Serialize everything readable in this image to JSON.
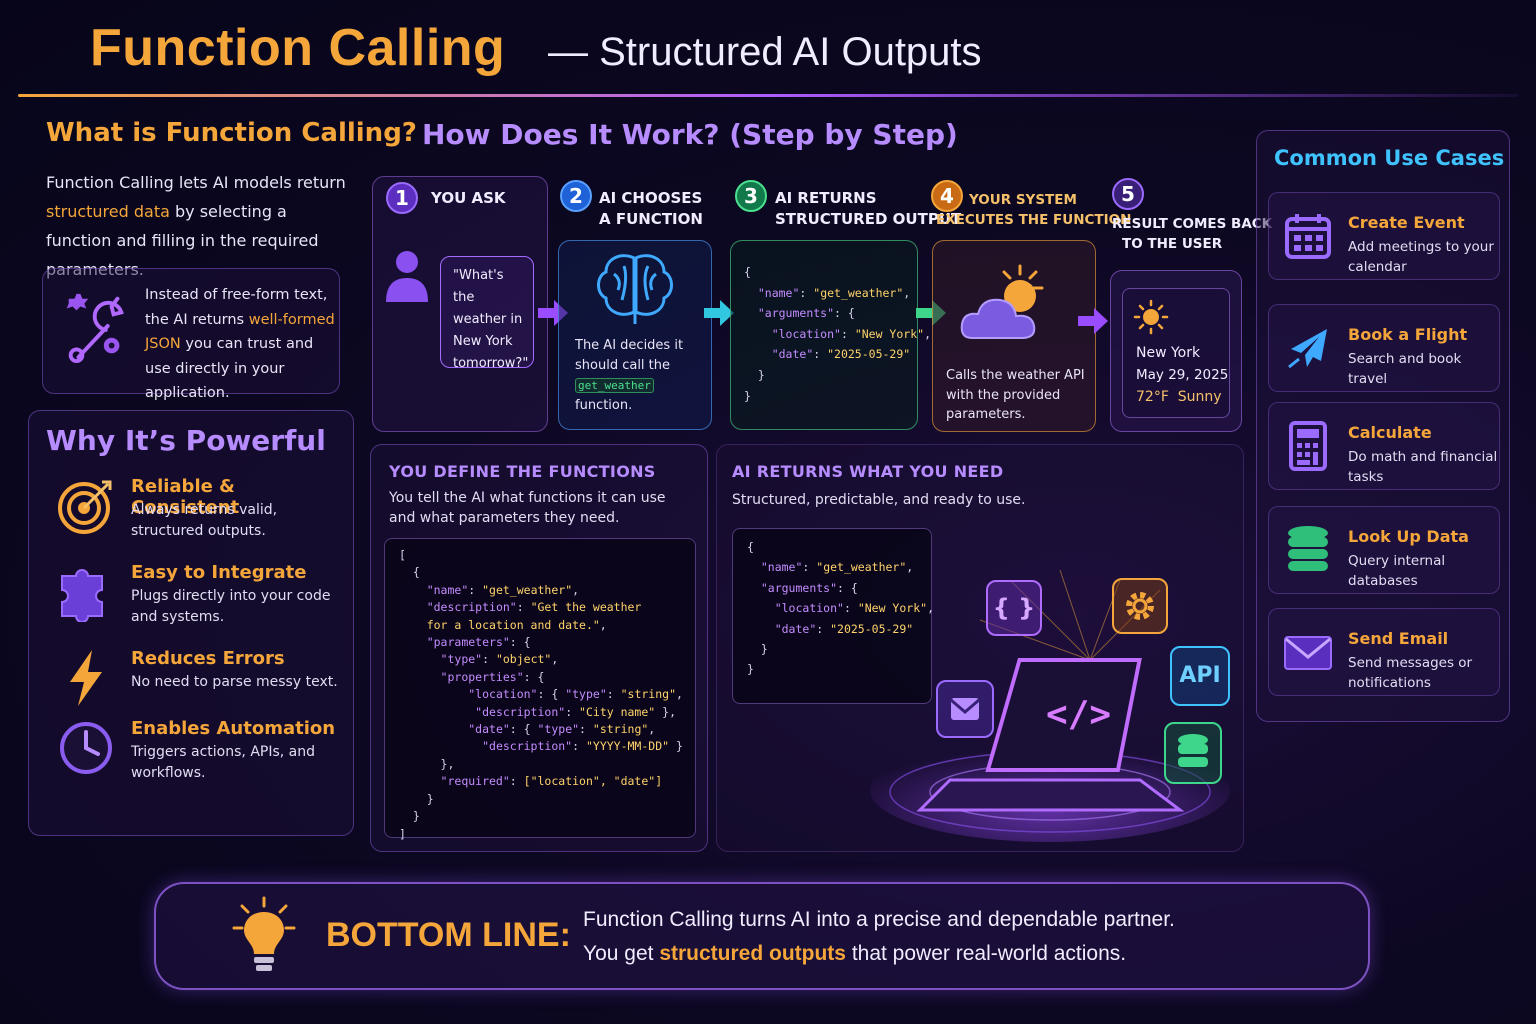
{
  "header": {
    "title": "Function Calling",
    "subtitle": "— Structured AI Outputs"
  },
  "what_is": {
    "title": "What is Function Calling?",
    "text_before": "Function Calling lets AI models return ",
    "text_highlight": "structured data",
    "text_after": " by selecting a function and filling in the required parameters.",
    "box_before": "Instead of free-form text, the AI returns ",
    "box_highlight": "well-formed JSON",
    "box_after": " you can trust and use directly in your application."
  },
  "why": {
    "title": "Why It’s Powerful",
    "items": [
      {
        "title": "Reliable & Consistent",
        "desc": "Always returns valid, structured outputs.",
        "icon": "target-icon"
      },
      {
        "title": "Easy to Integrate",
        "desc": "Plugs directly into your code and systems.",
        "icon": "puzzle-icon"
      },
      {
        "title": "Reduces Errors",
        "desc": "No need to parse messy text.",
        "icon": "lightning-icon"
      },
      {
        "title": "Enables Automation",
        "desc": "Triggers actions, APIs, and workflows.",
        "icon": "clock-icon"
      }
    ]
  },
  "steps": {
    "title": "How Does It Work? (Step by Step)",
    "items": [
      {
        "num": "1",
        "label": "YOU ASK",
        "bubble": "\"What's the weather in New York tomorrow?\""
      },
      {
        "num": "2",
        "label_l1": "AI CHOOSES",
        "label_l2": "A FUNCTION",
        "desc": "The AI decides it should call the",
        "fn": "get_weather",
        "desc_end": "function."
      },
      {
        "num": "3",
        "label_l1": "AI RETURNS",
        "label_l2": "STRUCTURED OUTPUT"
      },
      {
        "num": "4",
        "label_l1": "YOUR SYSTEM",
        "label_l2": "EXECUTES THE FUNCTION",
        "desc": "Calls the weather API with the provided parameters."
      },
      {
        "num": "5",
        "label_l1": "RESULT COMES BACK",
        "label_l2": "TO THE USER",
        "city": "New York",
        "date": "May 29, 2025",
        "temp": "72°F",
        "cond": "Sunny"
      }
    ]
  },
  "define": {
    "title": "YOU DEFINE THE FUNCTIONS",
    "desc": "You tell the AI what functions it can use and what parameters they need."
  },
  "returns": {
    "title": "AI RETURNS WHAT YOU NEED",
    "desc": "Structured, predictable, and ready to use."
  },
  "json": {
    "name_key": "\"name\"",
    "name_val": "\"get_weather\"",
    "args_key": "\"arguments\"",
    "loc_key": "\"location\"",
    "loc_val": "\"New York\"",
    "date_key": "\"date\"",
    "date_val": "\"2025-05-29\"",
    "desc_key": "\"description\"",
    "desc_val_1": "\"Get the weather",
    "desc_val_2": "for a location and date.\"",
    "params_key": "\"parameters\"",
    "type_key": "\"type\"",
    "type_obj": "\"object\"",
    "props_key": "\"properties\"",
    "type_str": "\"string\"",
    "city_desc": "\"City name\"",
    "date_desc": "\"YYYY-MM-DD\"",
    "required_key": "\"required\"",
    "required_val": "[\"location\", \"date\"]"
  },
  "illustration": {
    "api_label": "API",
    "braces_label": "{ }",
    "code_label": "</>"
  },
  "use_cases": {
    "title": "Common Use Cases",
    "items": [
      {
        "title": "Create Event",
        "desc": "Add meetings to your calendar",
        "icon": "calendar-icon"
      },
      {
        "title": "Book a Flight",
        "desc": "Search and book travel",
        "icon": "airplane-icon"
      },
      {
        "title": "Calculate",
        "desc": "Do math and financial tasks",
        "icon": "calculator-icon"
      },
      {
        "title": "Look Up Data",
        "desc": "Query internal databases",
        "icon": "database-icon"
      },
      {
        "title": "Send Email",
        "desc": "Send messages or notifications",
        "icon": "envelope-icon"
      }
    ]
  },
  "bottom_line": {
    "label": "BOTTOM LINE:",
    "line1": "Function Calling turns AI into a precise and dependable partner.",
    "line2_before": "You get ",
    "line2_highlight": "structured outputs",
    "line2_after": " that power real-world actions."
  },
  "colors": {
    "accent_orange": "#f5a63a",
    "accent_purple": "#b68cff",
    "accent_cyan": "#3fc3ff",
    "accent_green": "#4be08f",
    "background": "#0d0822"
  }
}
